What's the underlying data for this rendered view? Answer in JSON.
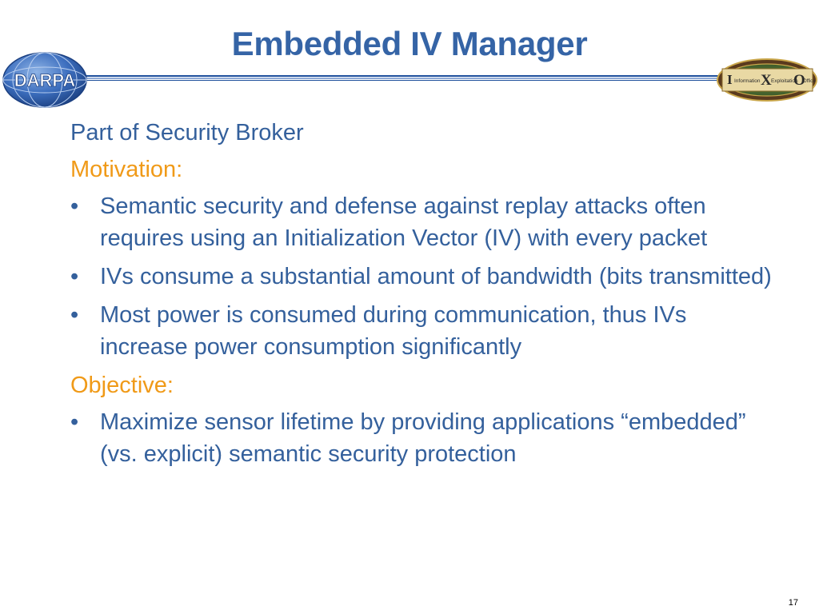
{
  "slide": {
    "title": "Embedded IV Manager",
    "page_number": "17",
    "logos": {
      "left": "DARPA",
      "right": [
        "Information",
        "Exploitation",
        "Office"
      ]
    },
    "lines": {
      "intro": "Part of Security Broker",
      "motivation_heading": "Motivation:",
      "objective_heading": "Objective:"
    },
    "motivation_bullets": [
      "Semantic security and defense against replay attacks often requires using an Initialization Vector (IV) with every packet",
      "IVs consume a substantial amount of bandwidth (bits transmitted)",
      "Most power is consumed during communication, thus IVs increase power consumption significantly"
    ],
    "objective_bullets": [
      "Maximize sensor lifetime by providing  applications “embedded” (vs. explicit) semantic security protection"
    ],
    "bullet_glyph": "•"
  },
  "colors": {
    "title": "#3564a6",
    "body_text": "#34609c",
    "heading_accent": "#f09a18",
    "rule": "#1e4f9c"
  }
}
